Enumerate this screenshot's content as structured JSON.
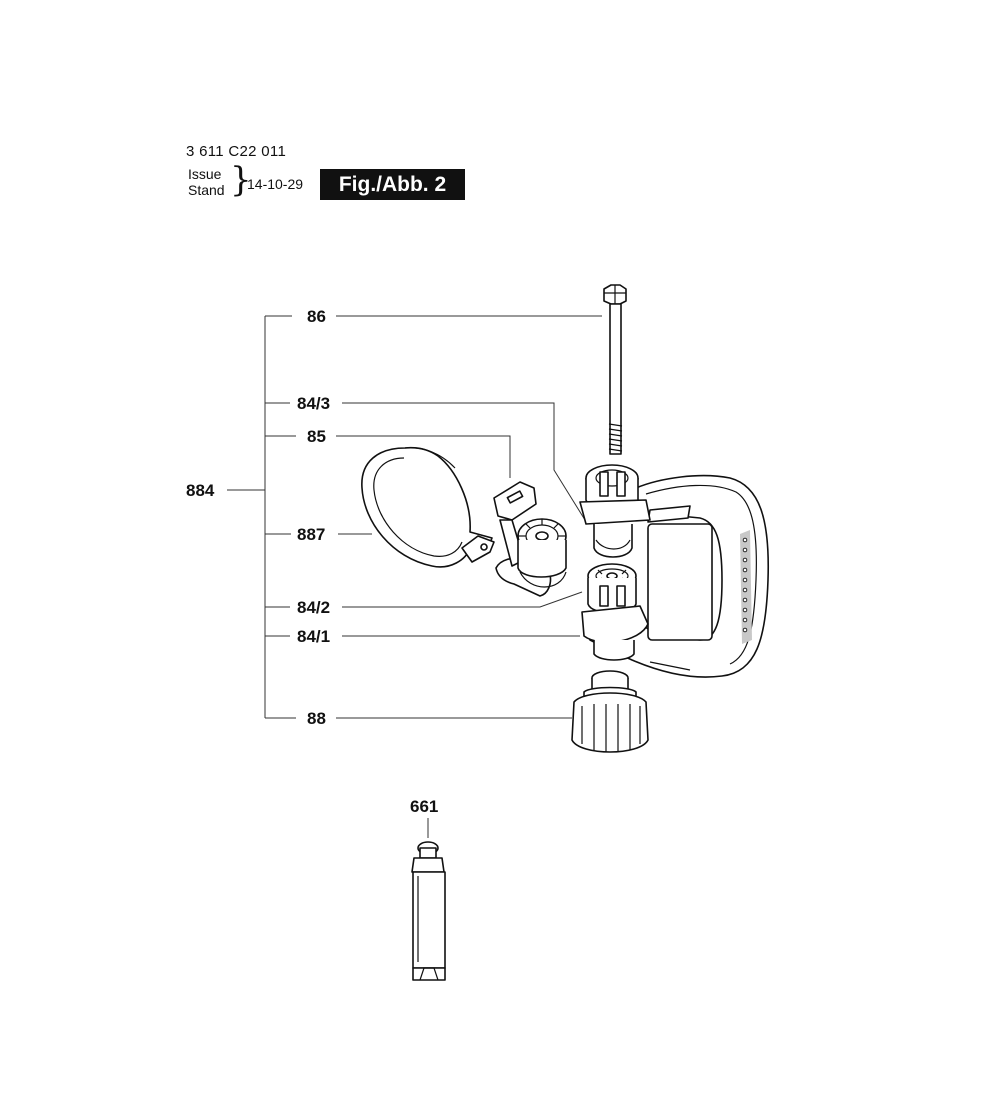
{
  "header": {
    "part_code": "3 611 C22 011",
    "issue_label": "Issue",
    "stand_label": "Stand",
    "brace": "}",
    "date": "14-10-29",
    "figure": "Fig./Abb. 2"
  },
  "labels": {
    "p86": "86",
    "p84_3": "84/3",
    "p85": "85",
    "p884": "884",
    "p887": "887",
    "p84_2": "84/2",
    "p84_1": "84/1",
    "p88": "88",
    "p661": "661"
  }
}
